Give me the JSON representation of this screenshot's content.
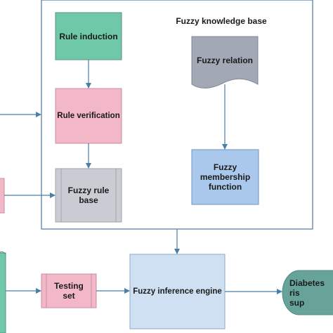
{
  "knowledge_base_title": "Fuzzy knowledge base",
  "nodes": {
    "rule_induction": "Rule induction",
    "rule_verification": "Rule verification",
    "fuzzy_rule_base": "Fuzzy rule\nbase",
    "fuzzy_relation": "Fuzzy relation",
    "fuzzy_membership": "Fuzzy\nmembership\nfunction",
    "testing_set": "Testing\nset",
    "inference_engine": "Fuzzy inference engine",
    "diabetes_output": "Diabetes ris\nsup"
  },
  "colors": {
    "teal": "#6fc9a9",
    "pink": "#f3b8c8",
    "light_blue": "#cfe0f3",
    "blue": "#a9c8ec",
    "gray": "#c9ccd2",
    "dark_teal": "#68a39a",
    "arrow": "#4a7fa8",
    "border": "#5a7fa6"
  }
}
